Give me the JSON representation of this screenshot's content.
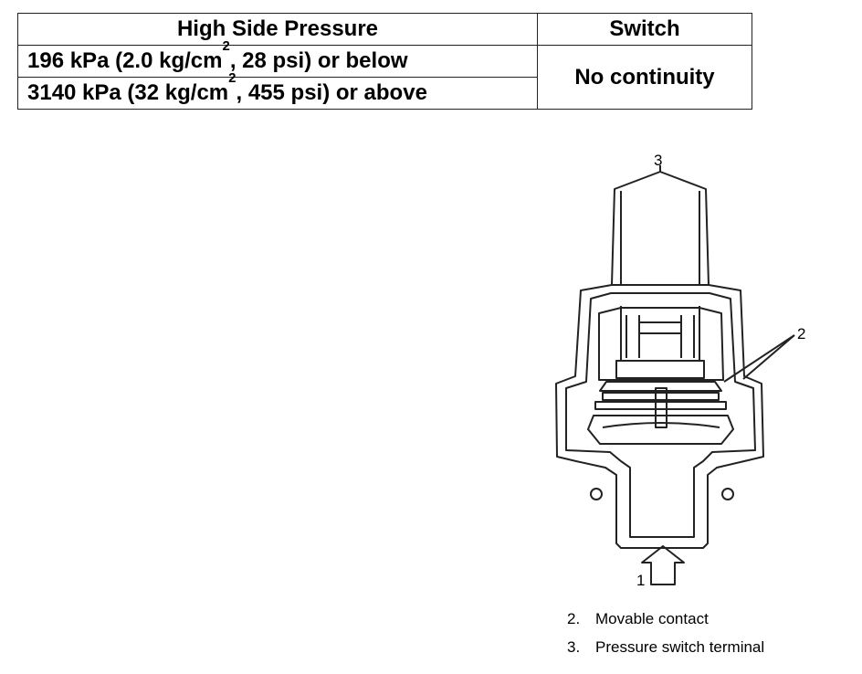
{
  "table": {
    "headers": [
      "High Side Pressure",
      "Switch"
    ],
    "rows": [
      {
        "pressure_pre": "196 kPa (2.0 kg/cm",
        "pressure_sup": "2",
        "pressure_post": ", 28 psi) or below"
      },
      {
        "pressure_pre": "3140 kPa (32 kg/cm",
        "pressure_sup": "2",
        "pressure_post": ", 455 psi) or above"
      }
    ],
    "switch_state": "No continuity"
  },
  "diagram": {
    "callouts": [
      "1",
      "2",
      "3"
    ]
  },
  "legend": [
    {
      "num": "2.",
      "text": "Movable contact"
    },
    {
      "num": "3.",
      "text": "Pressure switch terminal"
    }
  ]
}
